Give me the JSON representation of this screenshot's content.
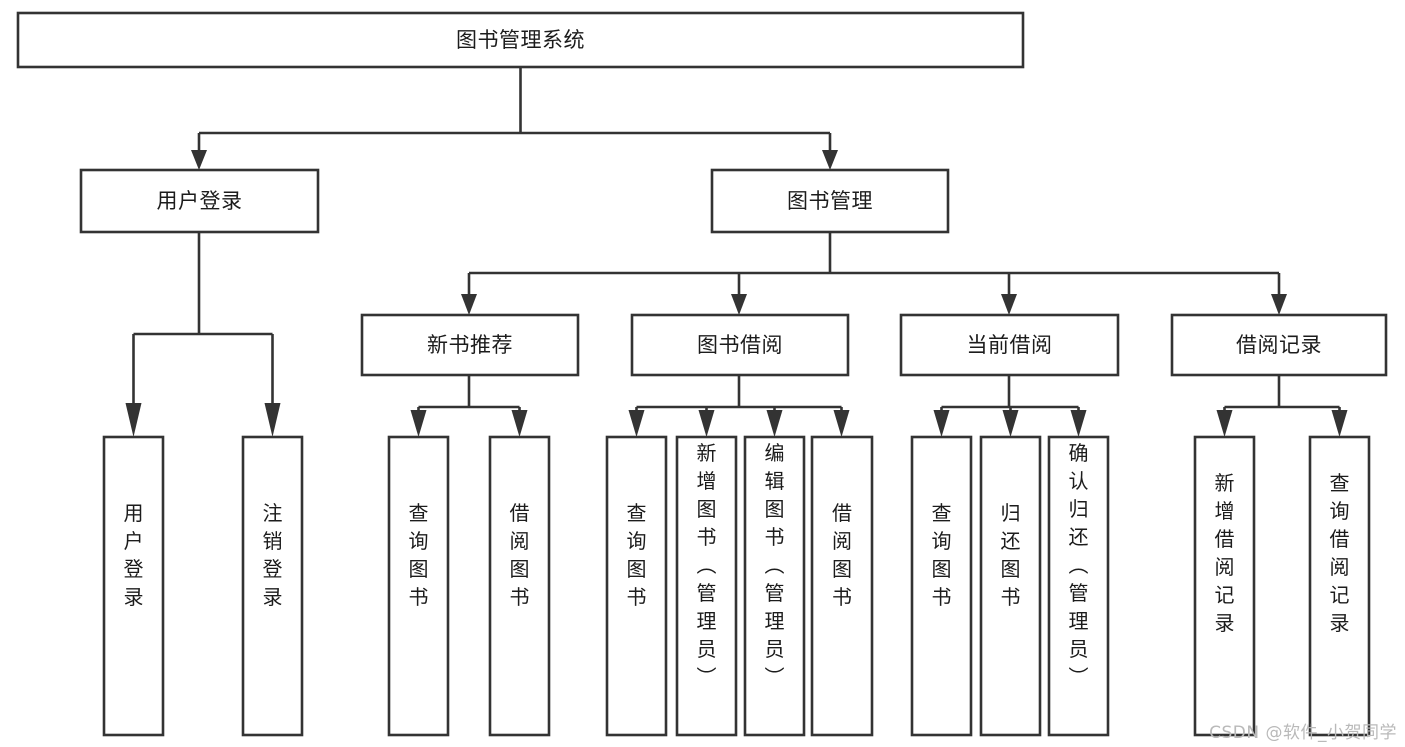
{
  "diagram": {
    "type": "tree",
    "title": "图书管理系统",
    "orientation": "top-down",
    "background_color": "#ffffff",
    "box_stroke_color": "#333333",
    "box_fill_color": "#ffffff",
    "text_color": "#1c1c1c",
    "root": {
      "id": "root",
      "label": "图书管理系统",
      "level": 0,
      "text_orientation": "horizontal"
    },
    "level2": [
      {
        "id": "user-login",
        "label": "用户登录",
        "level": 1,
        "text_orientation": "horizontal"
      },
      {
        "id": "book-manage",
        "label": "图书管理",
        "level": 1,
        "text_orientation": "horizontal"
      }
    ],
    "level3": [
      {
        "id": "new-book-recommend",
        "label": "新书推荐",
        "level": 2,
        "parent": "book-manage",
        "text_orientation": "horizontal"
      },
      {
        "id": "book-borrow",
        "label": "图书借阅",
        "level": 2,
        "parent": "book-manage",
        "text_orientation": "horizontal"
      },
      {
        "id": "current-borrow",
        "label": "当前借阅",
        "level": 2,
        "parent": "book-manage",
        "text_orientation": "horizontal"
      },
      {
        "id": "borrow-record",
        "label": "借阅记录",
        "level": 2,
        "parent": "book-manage",
        "text_orientation": "horizontal"
      }
    ],
    "leaves": [
      {
        "id": "leaf-user-login",
        "label": "用户登录",
        "parent": "user-login",
        "text_orientation": "vertical"
      },
      {
        "id": "leaf-logout-login",
        "label": "注销登录",
        "parent": "user-login",
        "text_orientation": "vertical"
      },
      {
        "id": "leaf-query-book-1",
        "label": "查询图书",
        "parent": "new-book-recommend",
        "text_orientation": "vertical"
      },
      {
        "id": "leaf-borrow-book-1",
        "label": "借阅图书",
        "parent": "new-book-recommend",
        "text_orientation": "vertical"
      },
      {
        "id": "leaf-query-book-2",
        "label": "查询图书",
        "parent": "book-borrow",
        "text_orientation": "vertical"
      },
      {
        "id": "leaf-add-book",
        "label": "新增图书（管理员）",
        "parent": "book-borrow",
        "text_orientation": "vertical"
      },
      {
        "id": "leaf-edit-book",
        "label": "编辑图书（管理员）",
        "parent": "book-borrow",
        "text_orientation": "vertical"
      },
      {
        "id": "leaf-borrow-book-2",
        "label": "借阅图书",
        "parent": "book-borrow",
        "text_orientation": "vertical"
      },
      {
        "id": "leaf-query-book-3",
        "label": "查询图书",
        "parent": "current-borrow",
        "text_orientation": "vertical"
      },
      {
        "id": "leaf-return-book",
        "label": "归还图书",
        "parent": "current-borrow",
        "text_orientation": "vertical"
      },
      {
        "id": "leaf-confirm-return",
        "label": "确认归还（管理员）",
        "parent": "current-borrow",
        "text_orientation": "vertical"
      },
      {
        "id": "leaf-add-record",
        "label": "新增借阅记录",
        "parent": "borrow-record",
        "text_orientation": "vertical"
      },
      {
        "id": "leaf-query-record",
        "label": "查询借阅记录",
        "parent": "borrow-record",
        "text_orientation": "vertical"
      }
    ]
  },
  "watermark": {
    "text": "CSDN @软件_小贺同学",
    "color": "#b9b9b9"
  }
}
